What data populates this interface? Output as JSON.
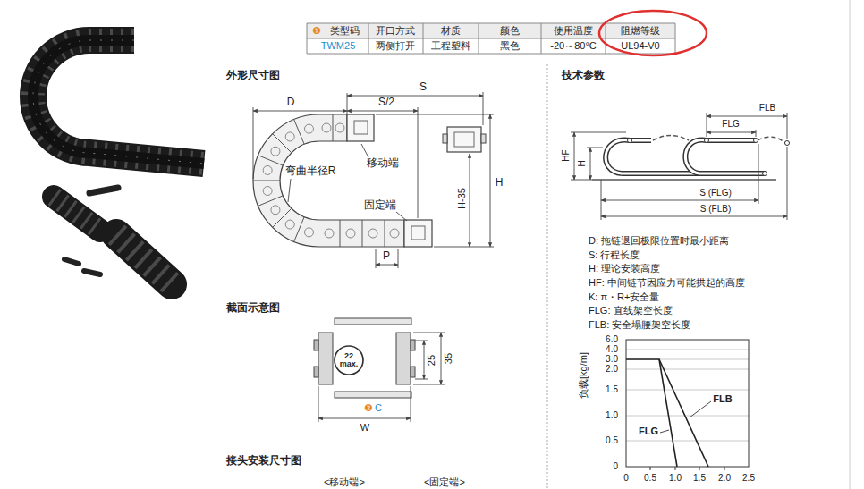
{
  "diagram": {
    "nodes": [
      {
        "text": [
          "22 max."
        ]
      }
    ],
    "labels": [
      "❶",
      "类型码",
      "开口方式",
      "材质",
      "颜色",
      "使用温度",
      "阻燃等级",
      "TWM25",
      "两侧打开",
      "工程塑料",
      "黑色",
      "-20～80°C",
      "UL94-V0",
      "外形尺寸图",
      "S",
      "D",
      "S/2",
      "弯曲半径R",
      "移动端",
      "固定端",
      "H-35",
      "H",
      "P",
      "技术参数",
      "FLB",
      "FLG",
      "HF",
      "H",
      "S (FLG)",
      "S (FLB)",
      "D: 拖链退回极限位置时最小距离",
      "S: 行程长度",
      "H: 理论安装高度",
      "HF: 中间链节因应力可能拱起的高度",
      "K: π・R+安全量",
      "FLG: 直线架空长度",
      "FLB: 安全塌腰架空长度",
      "截面示意图",
      "25",
      "35",
      "❷",
      "C",
      "W",
      "接头安装尺寸图",
      "<移动端>",
      "<固定端>",
      "负载[kg/m]",
      "6.0",
      "4.0",
      "3.0",
      "2.0",
      "1.5",
      "1.0",
      "0.5",
      "0",
      "0",
      "0.5",
      "1.0",
      "1.5",
      "2.0",
      "2.5",
      "FLB",
      "FLG"
    ]
  }
}
